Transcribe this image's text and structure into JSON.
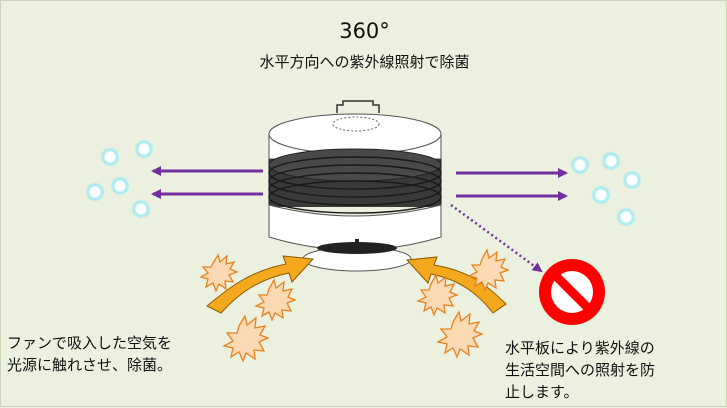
{
  "header": {
    "angle": "360°",
    "description": "水平方向への紫外線照射で除菌"
  },
  "captions": {
    "left": [
      "ファンで吸入した空気を",
      "光源に触れさせ、除菌。"
    ],
    "right": [
      "水平板により紫外線の",
      "生活空間への照射を防",
      "止します。"
    ]
  },
  "colors": {
    "background": "#ebf1de",
    "uv_arrow": "#7030a0",
    "airflow_arrow": "#f4a81d",
    "germ_fill": "#fbd9b3",
    "germ_stroke": "#e8821c",
    "prohibit_red": "#ff0000",
    "particle_glow": "#8fe4f0"
  },
  "icons": [
    "uv-arrow",
    "airflow-arrow",
    "germ-icon",
    "prohibited-icon",
    "sterilized-particle-icon",
    "device-illustration"
  ]
}
